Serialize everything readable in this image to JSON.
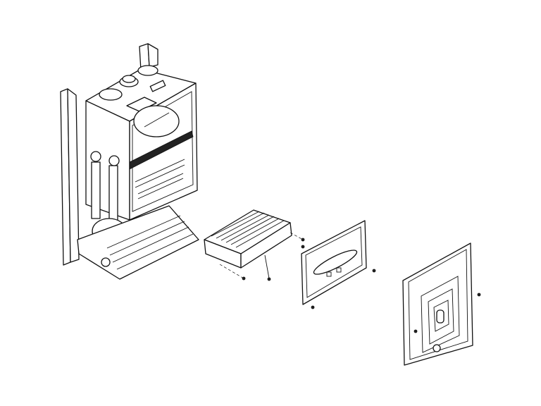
{
  "diagram": {
    "type": "exploded-view",
    "colors": {
      "line": "#111111",
      "background": "#ffffff"
    },
    "parts": [
      "boiler-assembly",
      "burner",
      "combustion-chamber-plate",
      "front-cover-panel"
    ]
  }
}
